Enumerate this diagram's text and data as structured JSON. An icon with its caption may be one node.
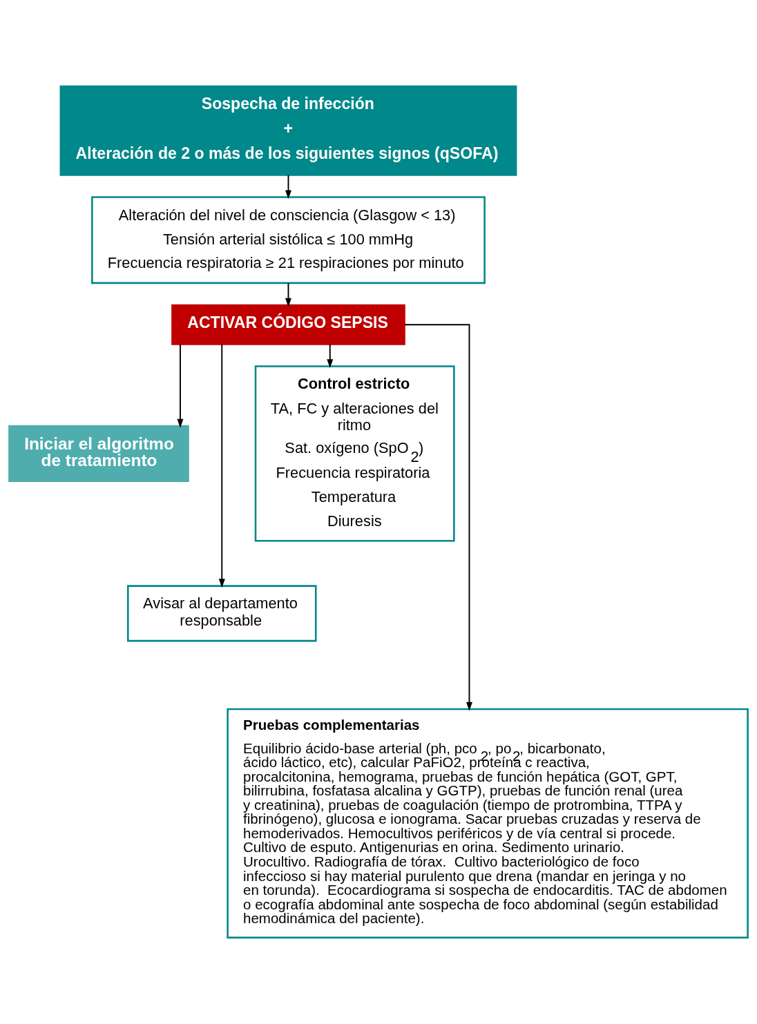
{
  "diagram": {
    "nodes": [
      {
        "text": [
          "Sospecha de infección",
          "+",
          "Alteración de 2 o más de los siguientes signos (qSOFA)"
        ]
      },
      {
        "text": [
          "Alteración del nivel de consciencia (Glasgow < 13)",
          "Tensión arterial sistólica ≤ 100 mmHg",
          "Frecuencia respiratoria ≥ 21 respiraciones por minuto"
        ]
      },
      {
        "text": [
          "ACTIVAR CÓDIGO SEPSIS"
        ]
      },
      {
        "text": [
          "Iniciar el algoritmo de tratamiento"
        ]
      },
      {
        "text": [
          "Avisar al departamento responsable"
        ]
      },
      {
        "text": [
          "Control estricto",
          "TA, FC y alteraciones del ritmo",
          "Sat. oxígeno (SpO$_{2}$)",
          "Frecuencia respiratoria",
          "Temperatura",
          "Diuresis"
        ]
      },
      {
        "text": [
          "Pruebas complementarias",
          "Equilibrio ácido-base arterial (ph, pco$_{2}$, po$_{2}$, bicarbonato, ácido láctico, etc), calcular PaFiO2, proteína c reactiva, procalcitonina, hemograma, pruebas de función hepática (GOT, GPT, bilirrubina, fosfatasa alcalina y GGTP), pruebas de función renal (urea y creatinina), pruebas de coagulación (tiempo de protrombina, TTPA y fibrinógeno), glucosa e ionograma. Sacar pruebas cruzadas y reserva de hemoderivados. Hemocultivos periféricos y de vía central si procede. Cultivo de esputo. Antigenurias en orina. Sedimento urinario. Urocultivo. Radiografía de tórax.  Cultivo bacteriológico de foco infeccioso si hay material purulento que drena (mandar en jeringa y no en torunda).  Ecocardiograma si sospecha de endocarditis. TAC de abdomen o ecografía abdominal ante sospecha de foco abdominal (según estabilidad hemodinámica del paciente)."
        ]
      }
    ],
    "edges": [
      {
        "from": 0,
        "to": 1,
        "arrow": "to"
      },
      {
        "from": 1,
        "to": 2,
        "arrow": "to"
      },
      {
        "from": 2,
        "to": 3,
        "arrow": "to"
      },
      {
        "from": 2,
        "to": 4,
        "arrow": "to"
      },
      {
        "from": 2,
        "to": 6,
        "arrow": "to"
      },
      {
        "from": 2,
        "to": 5,
        "arrow": "to"
      }
    ]
  }
}
